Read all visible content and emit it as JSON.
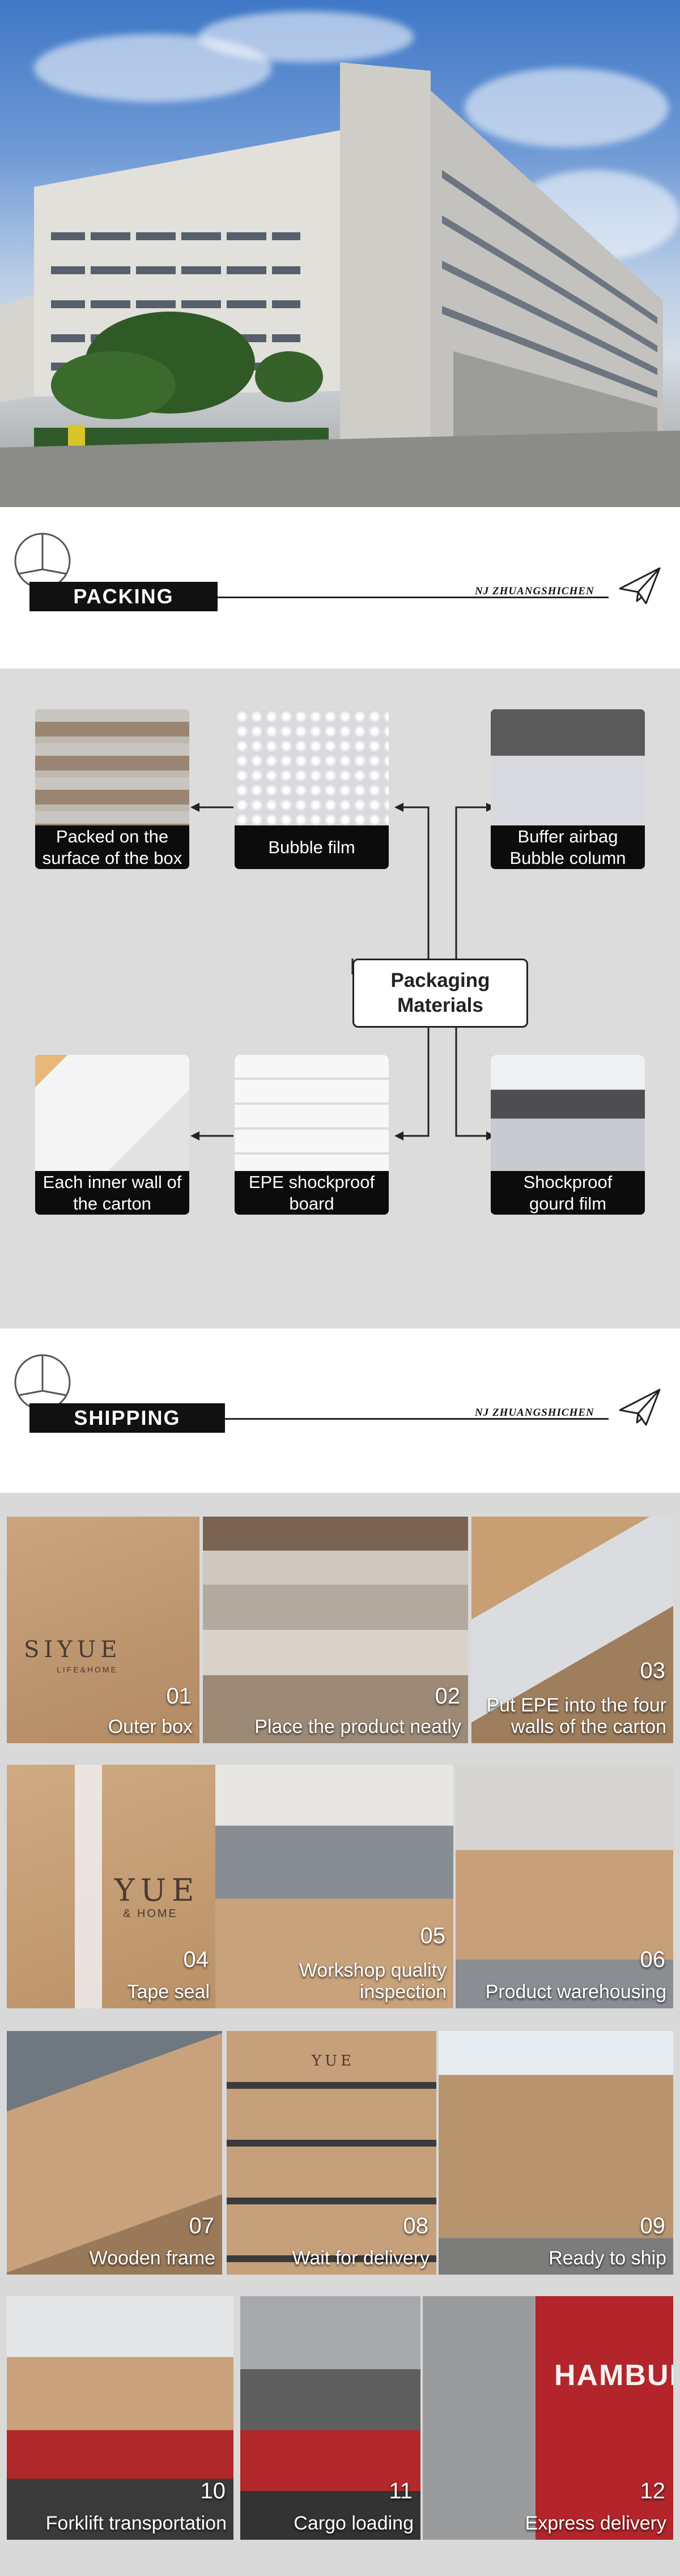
{
  "packing_header": {
    "title": "PACKING",
    "brand": "NJ ZHUANGSHICHEN"
  },
  "shipping_header": {
    "title": "SHIPPING",
    "brand": "NJ ZHUANGSHICHEN"
  },
  "packaging": {
    "center_line1": "Packaging",
    "center_line2": "Materials",
    "items": [
      {
        "line1": "Packed on the",
        "line2": "surface of the  box"
      },
      {
        "line1": "Bubble film",
        "line2": ""
      },
      {
        "line1": "Buffer airbag",
        "line2": "Bubble column"
      },
      {
        "line1": "Each inner wall of",
        "line2": "the carton"
      },
      {
        "line1": "EPE shockproof",
        "line2": "board"
      },
      {
        "line1": "Shockproof",
        "line2": "gourd film"
      }
    ]
  },
  "shipping_steps": [
    {
      "num": "01",
      "line1": "Outer box",
      "line2": ""
    },
    {
      "num": "02",
      "line1": "Place the product neatly",
      "line2": ""
    },
    {
      "num": "03",
      "line1": "Put EPE into the four",
      "line2": "walls of the carton"
    },
    {
      "num": "04",
      "line1": "Tape seal",
      "line2": ""
    },
    {
      "num": "05",
      "line1": "Workshop quality",
      "line2": "inspection"
    },
    {
      "num": "06",
      "line1": "Product warehousing",
      "line2": ""
    },
    {
      "num": "07",
      "line1": "Wooden frame",
      "line2": ""
    },
    {
      "num": "08",
      "line1": "Wait for delivery",
      "line2": ""
    },
    {
      "num": "09",
      "line1": "Ready to ship",
      "line2": ""
    },
    {
      "num": "10",
      "line1": "Forklift transportation",
      "line2": ""
    },
    {
      "num": "11",
      "line1": "Cargo loading",
      "line2": ""
    },
    {
      "num": "12",
      "line1": "Express delivery",
      "line2": ""
    }
  ],
  "box_prints": {
    "siyue": "SIYUE",
    "life_home": "LIFE&HOME",
    "yue": "YUE",
    "and_home": "& HOME",
    "hamburg": "HAMBURG"
  }
}
